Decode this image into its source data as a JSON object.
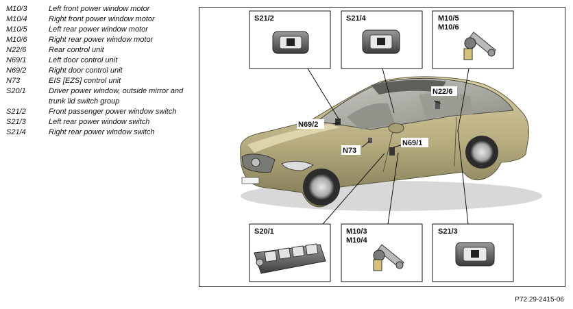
{
  "legend": [
    {
      "code": "M10/3",
      "desc": "Left front power window motor"
    },
    {
      "code": "M10/4",
      "desc": "Right front power window motor"
    },
    {
      "code": "M10/5",
      "desc": "Left rear power window motor"
    },
    {
      "code": "M10/6",
      "desc": "Right rear power window motor"
    },
    {
      "code": "N22/6",
      "desc": "Rear control unit"
    },
    {
      "code": "N69/1",
      "desc": "Left door control unit"
    },
    {
      "code": "N69/2",
      "desc": "Right door control unit"
    },
    {
      "code": "N73",
      "desc": "EIS [EZS] control unit"
    },
    {
      "code": "S20/1",
      "desc": "Driver power window, outside mirror and trunk lid switch group"
    },
    {
      "code": "S21/2",
      "desc": "Front passenger power window switch"
    },
    {
      "code": "S21/3",
      "desc": "Left rear power window switch"
    },
    {
      "code": "S21/4",
      "desc": "Right rear power window switch"
    }
  ],
  "boxes": {
    "s21_2": "S21/2",
    "s21_4": "S21/4",
    "m10_56_line1": "M10/5",
    "m10_56_line2": "M10/6",
    "s20_1": "S20/1",
    "m10_34_line1": "M10/3",
    "m10_34_line2": "M10/4",
    "s21_3": "S21/3"
  },
  "callouts": {
    "n22_6": "N22/6",
    "n69_2": "N69/2",
    "n69_1": "N69/1",
    "n73": "N73"
  },
  "plate_number": "P72.29-2415-06"
}
